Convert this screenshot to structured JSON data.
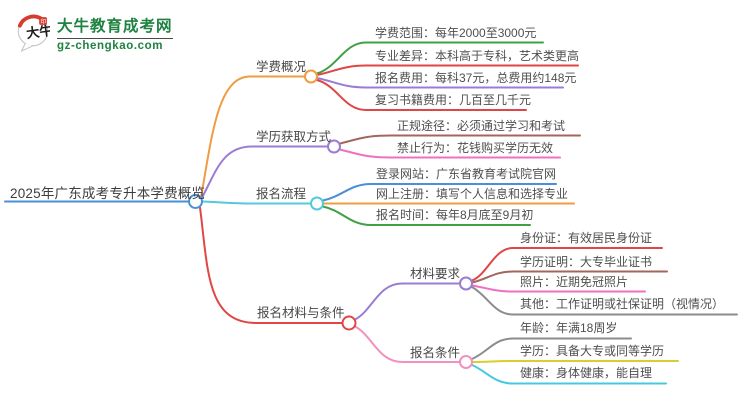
{
  "logo": {
    "title": "大牛教育成考网",
    "domain": "gz-chengkao.com",
    "icon_text": "大牛",
    "seal_text": "印"
  },
  "palette": {
    "blue": "#4a90d6",
    "orange": "#f09c42",
    "green": "#3fa047",
    "red": "#e04646",
    "purple": "#9b7cd4",
    "cyan": "#55c8dc",
    "brown": "#a3655c",
    "magenta": "#ef6fc3",
    "pink": "#f490be",
    "gray": "#8c8c8c",
    "yellow": "#d9ce2f",
    "teal": "#45c8e0",
    "logo_green": "#1e8240",
    "logo_red": "#d43c2e"
  },
  "mindmap": {
    "root": {
      "label": "2025年广东成考专升本学费概览"
    },
    "branches": [
      {
        "label": "学费概况",
        "leaves": [
          {
            "label": "学费范围：每年2000至3000元"
          },
          {
            "label": "专业差异：本科高于专科，艺术类更高"
          },
          {
            "label": "报名费用：每科37元，总费用约148元"
          },
          {
            "label": "复习书籍费用：几百至几千元"
          }
        ]
      },
      {
        "label": "学历获取方式",
        "leaves": [
          {
            "label": "正规途径：必须通过学习和考试"
          },
          {
            "label": "禁止行为：花钱购买学历无效"
          }
        ]
      },
      {
        "label": "报名流程",
        "leaves": [
          {
            "label": "登录网站：广东省教育考试院官网"
          },
          {
            "label": "网上注册：填写个人信息和选择专业"
          },
          {
            "label": "报名时间：每年8月底至9月初"
          }
        ]
      },
      {
        "label": "报名材料与条件",
        "children": [
          {
            "label": "材料要求",
            "leaves": [
              {
                "label": "身份证：有效居民身份证"
              },
              {
                "label": "学历证明：大专毕业证书"
              },
              {
                "label": "照片：近期免冠照片"
              },
              {
                "label": "其他：工作证明或社保证明（视情况）"
              }
            ]
          },
          {
            "label": "报名条件",
            "leaves": [
              {
                "label": "年龄：年满18周岁"
              },
              {
                "label": "学历：具备大专或同等学历"
              },
              {
                "label": "健康：身体健康，能自理"
              }
            ]
          }
        ]
      }
    ]
  }
}
